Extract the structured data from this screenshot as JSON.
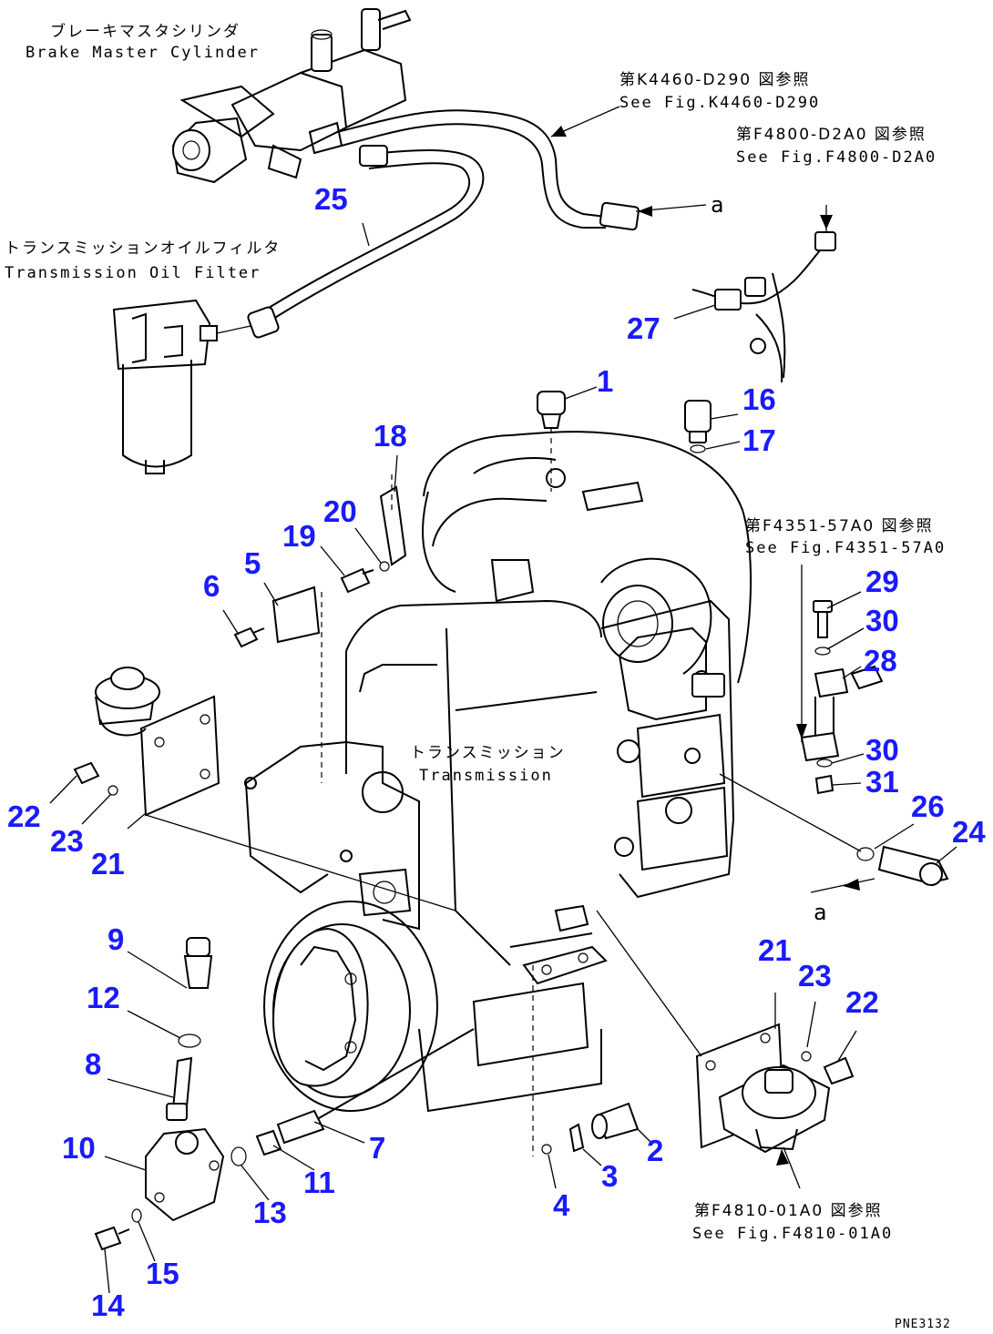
{
  "labels": {
    "brake_master_cylinder_jp": "ブレーキマスタシリンダ",
    "brake_master_cylinder_en": "Brake Master Cylinder",
    "transmission_oil_filter_jp": "トランスミッションオイルフィルタ",
    "transmission_oil_filter_en": "Transmission Oil Filter",
    "transmission_jp": "トランスミッション",
    "transmission_en": "Transmission"
  },
  "references": {
    "k4460_jp": "第K4460-D290 図参照",
    "k4460_en": "See Fig.K4460-D290",
    "f4800_jp": "第F4800-D2A0 図参照",
    "f4800_en": "See Fig.F4800-D2A0",
    "f4351_jp": "第F4351-57A0 図参照",
    "f4351_en": "See Fig.F4351-57A0",
    "f4810_jp": "第F4810-01A0 図参照",
    "f4810_en": "See Fig.F4810-01A0"
  },
  "connector_marks": {
    "a_top": "a",
    "a_bottom": "a"
  },
  "callouts": [
    "1",
    "2",
    "3",
    "4",
    "5",
    "6",
    "7",
    "8",
    "9",
    "10",
    "11",
    "12",
    "13",
    "14",
    "15",
    "16",
    "17",
    "18",
    "19",
    "20",
    "21",
    "21",
    "22",
    "22",
    "23",
    "23",
    "24",
    "25",
    "26",
    "27",
    "28",
    "29",
    "30",
    "30",
    "31"
  ],
  "drawing_id": "PNE3132"
}
